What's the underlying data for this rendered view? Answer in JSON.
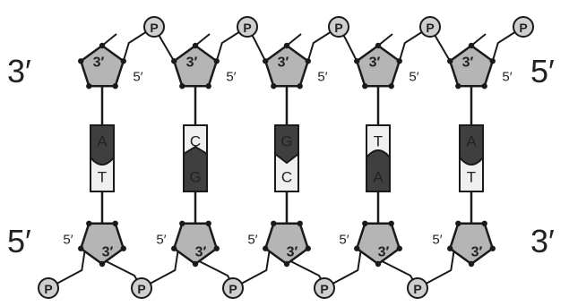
{
  "ends": {
    "top_left": "3′",
    "top_right": "5′",
    "bottom_left": "5′",
    "bottom_right": "3′"
  },
  "labels": {
    "three_prime": "3′",
    "five_prime": "5′",
    "phosphate": "P"
  },
  "pairs": [
    {
      "top": "A",
      "bottom": "T"
    },
    {
      "top": "C",
      "bottom": "G"
    },
    {
      "top": "G",
      "bottom": "C"
    },
    {
      "top": "T",
      "bottom": "A"
    },
    {
      "top": "A",
      "bottom": "T"
    }
  ],
  "colors": {
    "sugar": "#b5b5b5",
    "purine": "#3f3f3f",
    "pyrimidine": "#efefef",
    "phosphate": "#cfcfcf",
    "line": "#1a1a1a"
  }
}
